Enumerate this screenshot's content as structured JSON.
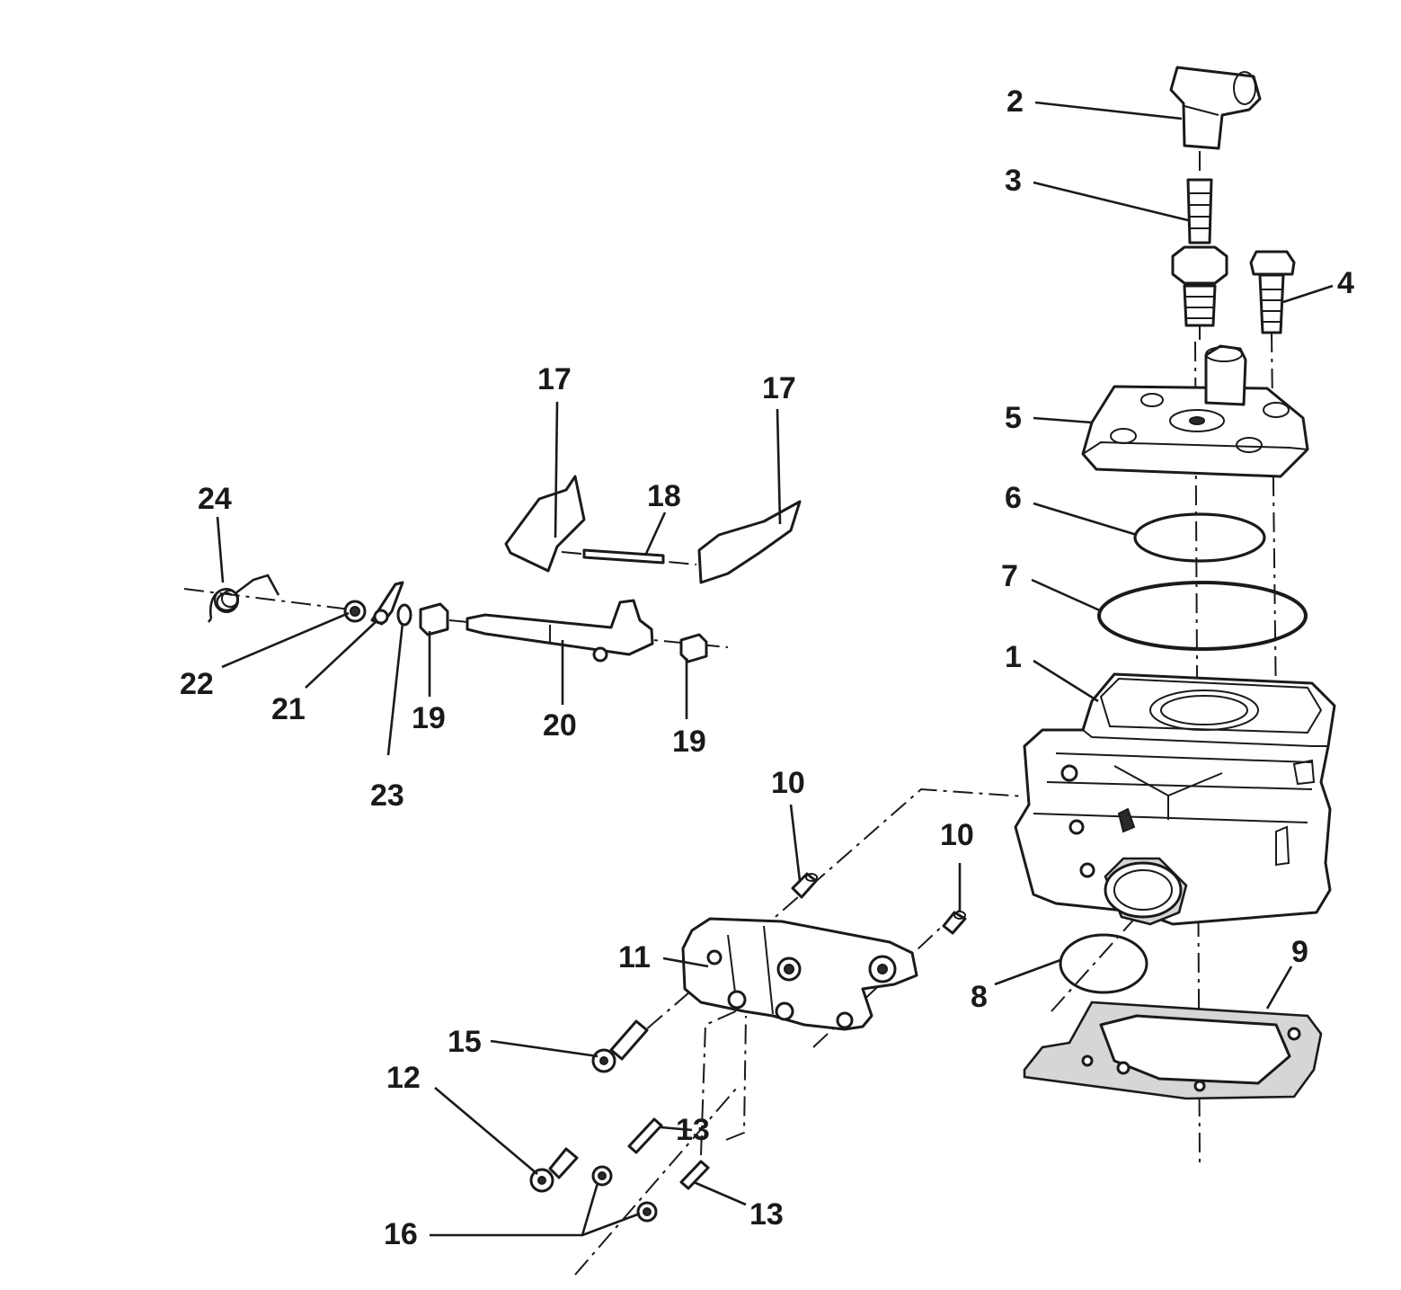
{
  "callouts": {
    "c1": "1",
    "c2": "2",
    "c3": "3",
    "c4": "4",
    "c5": "5",
    "c6": "6",
    "c7": "7",
    "c8": "8",
    "c9": "9",
    "c10a": "10",
    "c10b": "10",
    "c11": "11",
    "c12": "12",
    "c13a": "13",
    "c13b": "13",
    "c15": "15",
    "c16": "16",
    "c17a": "17",
    "c17b": "17",
    "c18": "18",
    "c19a": "19",
    "c19b": "19",
    "c20": "20",
    "c21": "21",
    "c22": "22",
    "c23": "23",
    "c24": "24"
  }
}
